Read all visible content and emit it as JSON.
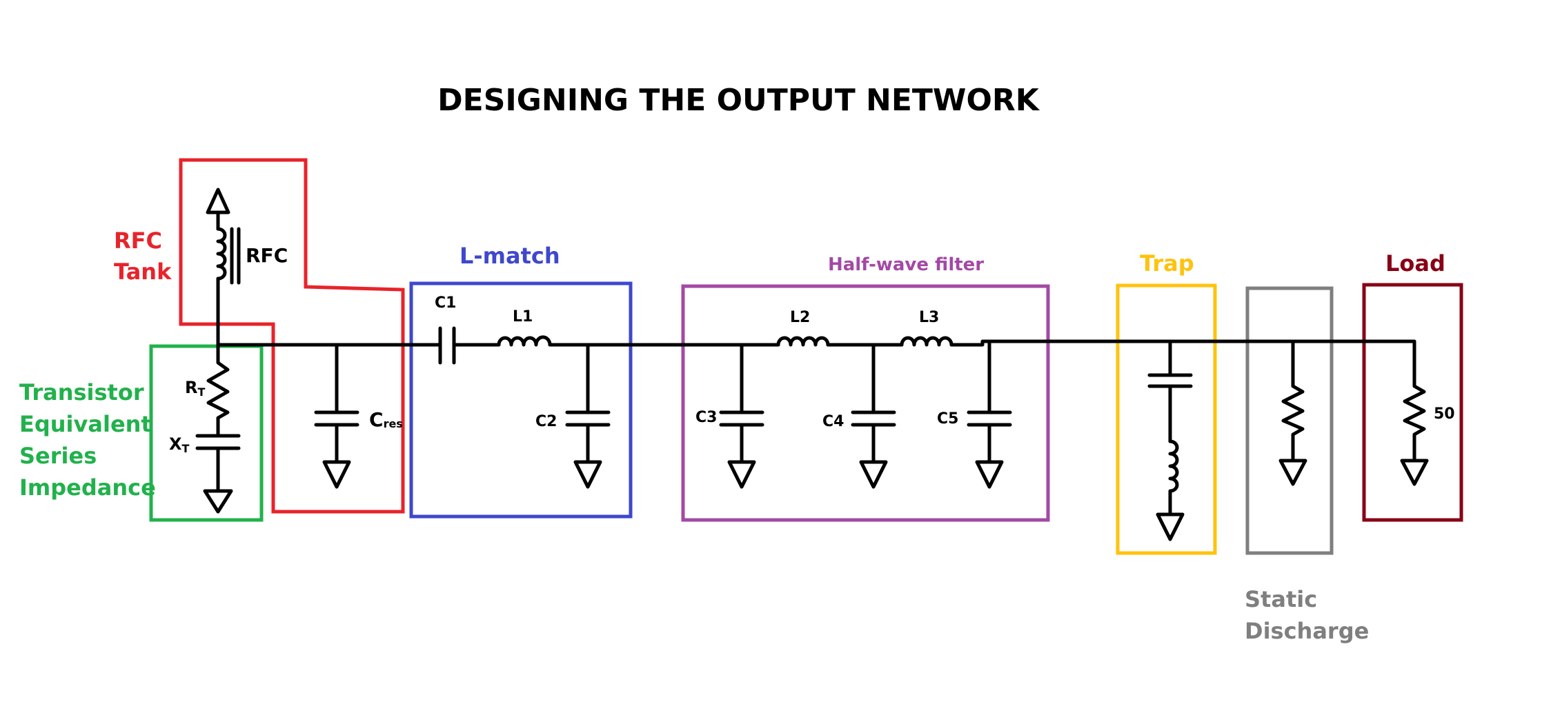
{
  "title": "DESIGNING THE OUTPUT NETWORK",
  "sections": {
    "rfc_tank": {
      "label_line1": "RFC",
      "label_line2": "Tank",
      "color": "#e8232a"
    },
    "transistor": {
      "label_lines": [
        "Transistor",
        "Equivalent",
        "Series",
        "Impedance"
      ],
      "color": "#22b14c"
    },
    "lmatch": {
      "label": "L-match",
      "color": "#3f48cc"
    },
    "halfwave": {
      "label": "Half-wave filter",
      "color": "#a349a4"
    },
    "trap": {
      "label": "Trap",
      "color": "#ffc20e"
    },
    "static": {
      "label_line1": "Static",
      "label_line2": "Discharge",
      "color": "#7f7f7f"
    },
    "load": {
      "label": "Load",
      "color": "#880015"
    }
  },
  "components": {
    "rfc": "RFC",
    "rt_main": "R",
    "rt_sub": "T",
    "xt_main": "X",
    "xt_sub": "T",
    "cres_main": "C",
    "cres_sub": "res",
    "c1": "C1",
    "l1": "L1",
    "c2": "C2",
    "c3": "C3",
    "l2": "L2",
    "c4": "C4",
    "l3": "L3",
    "c5": "C5",
    "r_load": "50"
  }
}
